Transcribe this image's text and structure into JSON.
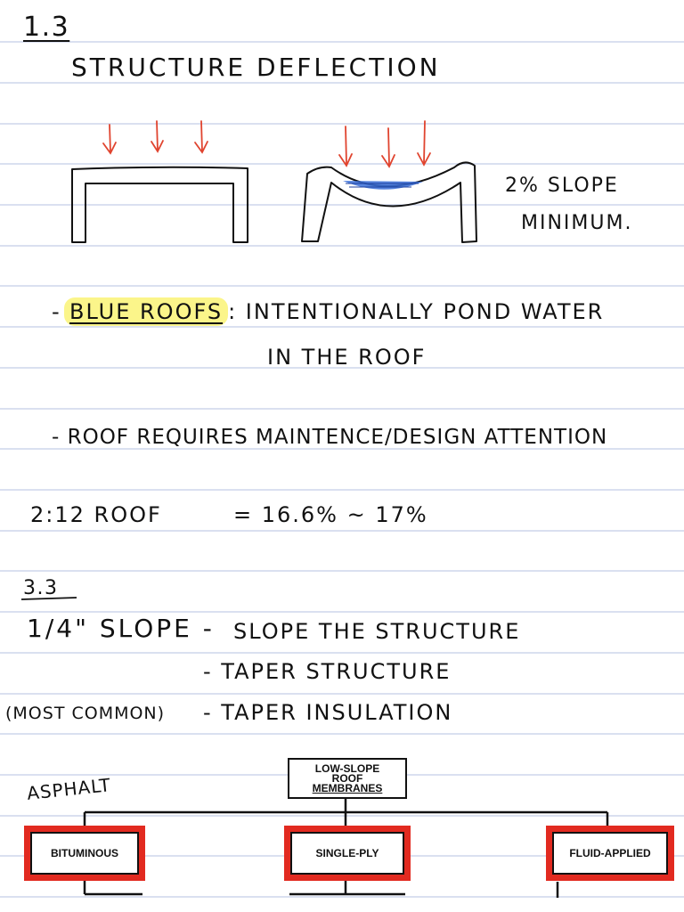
{
  "notes": {
    "section_1": "1.3",
    "title": "STRUCTURE DEFLECTION",
    "slope_note_line1": "2% SLOPE",
    "slope_note_line2": "MINIMUM.",
    "blue_roofs_dash": "-",
    "blue_roofs_label": "BLUE ROOFS",
    "blue_roofs_text": ": INTENTIONALLY POND WATER",
    "blue_roofs_text_2": "IN THE ROOF",
    "roof_requires": "- ROOF REQUIRES MAINTENCE/DESIGN ATTENTION",
    "ratio_left": "2:12 ROOF",
    "ratio_right": "= 16.6% ~ 17%",
    "section_2": "3.3",
    "slope_heading": "1/4\" SLOPE -",
    "option_1": "SLOPE THE STRUCTURE",
    "option_2": "- TAPER STRUCTURE",
    "most_common": "(MOST COMMON)",
    "option_3": "- TAPER INSULATION",
    "asphalt": "ASPHALT"
  },
  "diagram": {
    "root_line1": "LOW-SLOPE",
    "root_line2": "ROOF",
    "root_line3": "MEMBRANES",
    "categories": [
      "BITUMINOUS",
      "SINGLE-PLY",
      "FLUID-APPLIED"
    ]
  },
  "colors": {
    "ink": "#111111",
    "arrow": "#e0442f",
    "water": "#3a6fd8",
    "highlight": "#fbf58a",
    "rule_line": "#c3cde6",
    "category_border": "#e22a20"
  },
  "icons": {
    "load_arrow": "down-arrow-icon"
  }
}
